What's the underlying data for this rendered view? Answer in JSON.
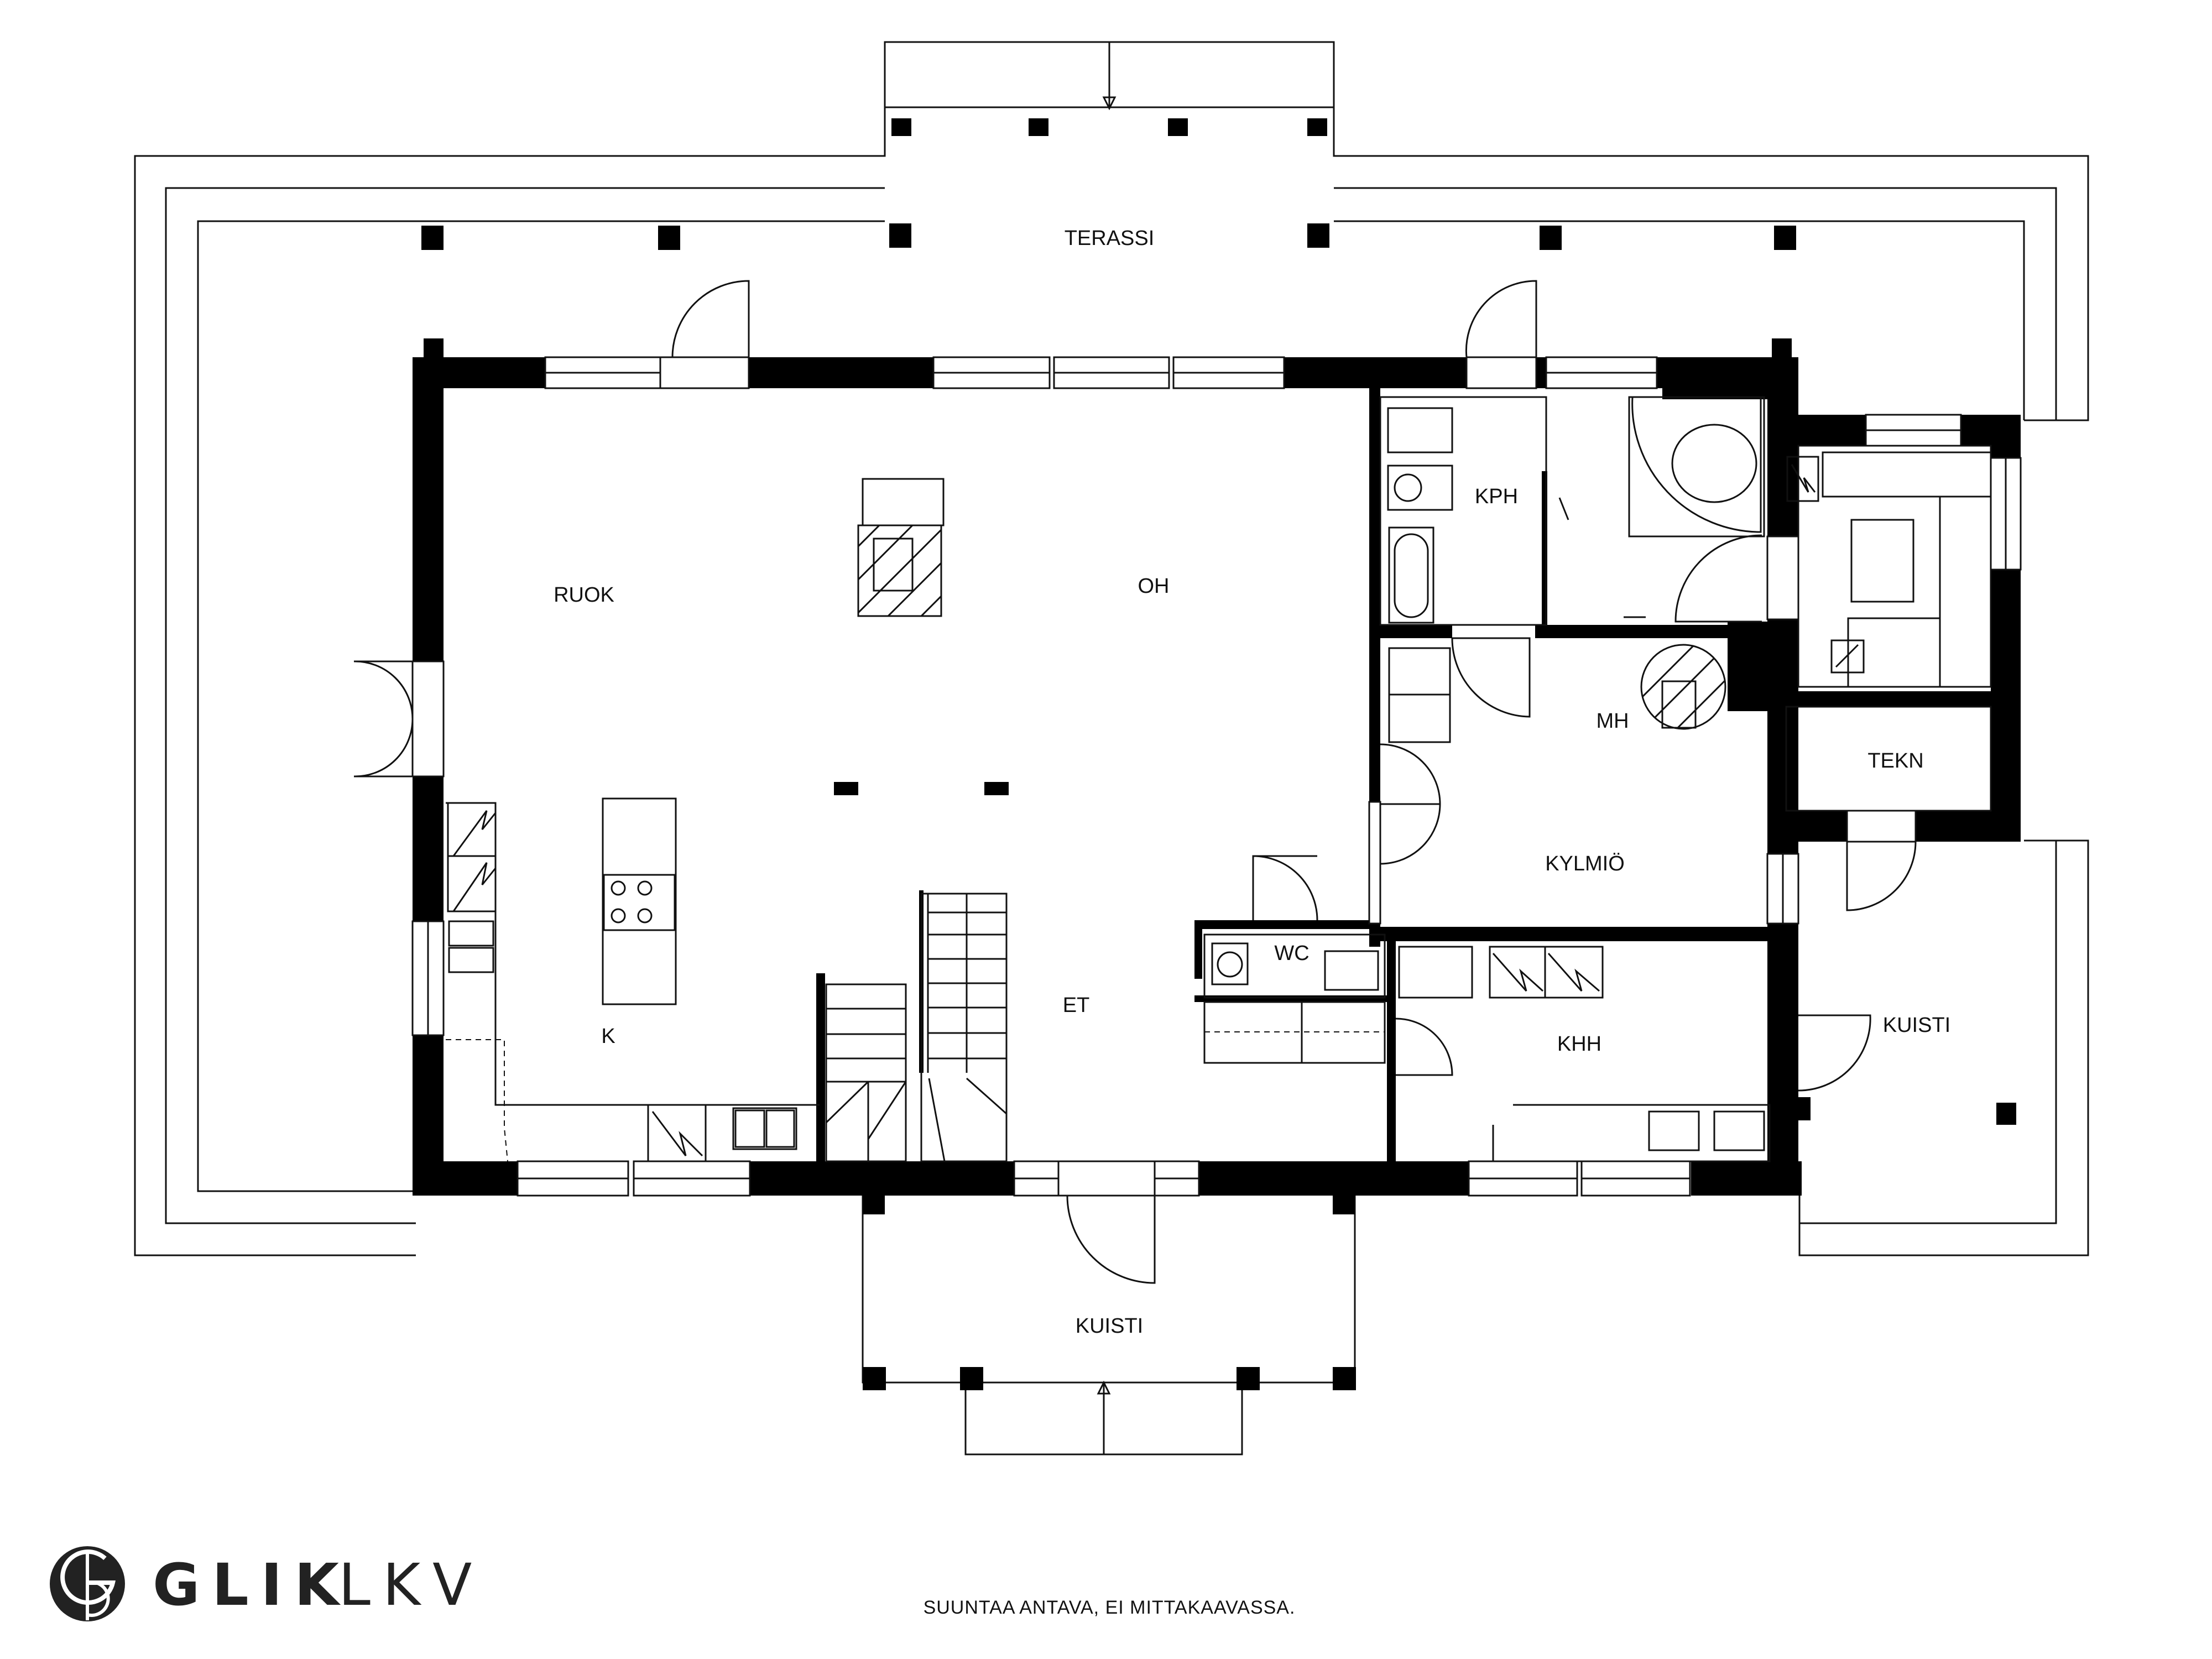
{
  "rooms": {
    "terassi": "TERASSI",
    "ruok": "RUOK",
    "oh": "OH",
    "kph": "KPH",
    "mh": "MH",
    "tekn": "TEKN",
    "kylmio": "KYLMIÖ",
    "wc": "WC",
    "k": "K",
    "et": "ET",
    "khh": "KHH",
    "kuisti_right": "KUISTI",
    "kuisti_bottom": "KUISTI"
  },
  "logo": {
    "brand": "GLIK",
    "suffix": "LKV"
  },
  "disclaimer": "SUUNTAA ANTAVA, EI MITTAKAAVASSA.",
  "colors": {
    "wall": "#000000",
    "line": "#111111",
    "background": "#ffffff"
  }
}
